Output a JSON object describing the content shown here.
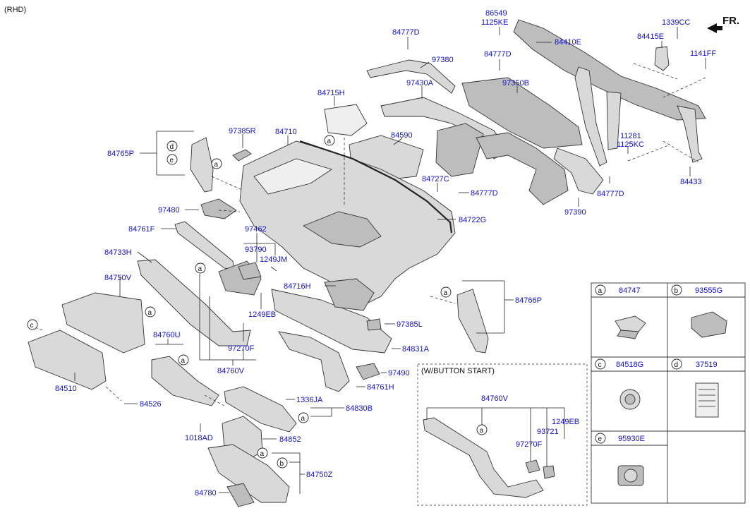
{
  "header": {
    "variant": "(RHD)",
    "direction": "FR."
  },
  "inset": {
    "title": "(W/BUTTON START)",
    "labels": [
      "84760V",
      "1249EB",
      "93721",
      "97270F"
    ]
  },
  "legend": [
    {
      "key": "a",
      "part": "84747",
      "icon": "clip-icon"
    },
    {
      "key": "b",
      "part": "93555G",
      "icon": "switch-icon"
    },
    {
      "key": "c",
      "part": "84518G",
      "icon": "knob-icon"
    },
    {
      "key": "d",
      "part": "37519",
      "icon": "label-card-icon"
    },
    {
      "key": "e",
      "part": "95930E",
      "icon": "start-button-icon"
    }
  ],
  "part_labels": [
    "86549",
    "1125KE",
    "1339CC",
    "84777D",
    "84410E",
    "84415E",
    "1141FF",
    "97380",
    "84777D",
    "97430A",
    "97350B",
    "84715H",
    "84710",
    "84590",
    "97385R",
    "84765P",
    "11281",
    "1125KC",
    "84727C",
    "84777D",
    "84433",
    "97480",
    "84777D",
    "84722G",
    "97390",
    "84761F",
    "97462",
    "93790",
    "1249JM",
    "84733H",
    "84750V",
    "84716H",
    "84766P",
    "1249EB",
    "97385L",
    "84760U",
    "97270F",
    "84831A",
    "84760V",
    "97490",
    "84761H",
    "84510",
    "1336JA",
    "84830B",
    "84526",
    "1018AD",
    "84852",
    "84750Z",
    "84780"
  ],
  "callouts": [
    "a",
    "b",
    "c",
    "d",
    "e"
  ]
}
